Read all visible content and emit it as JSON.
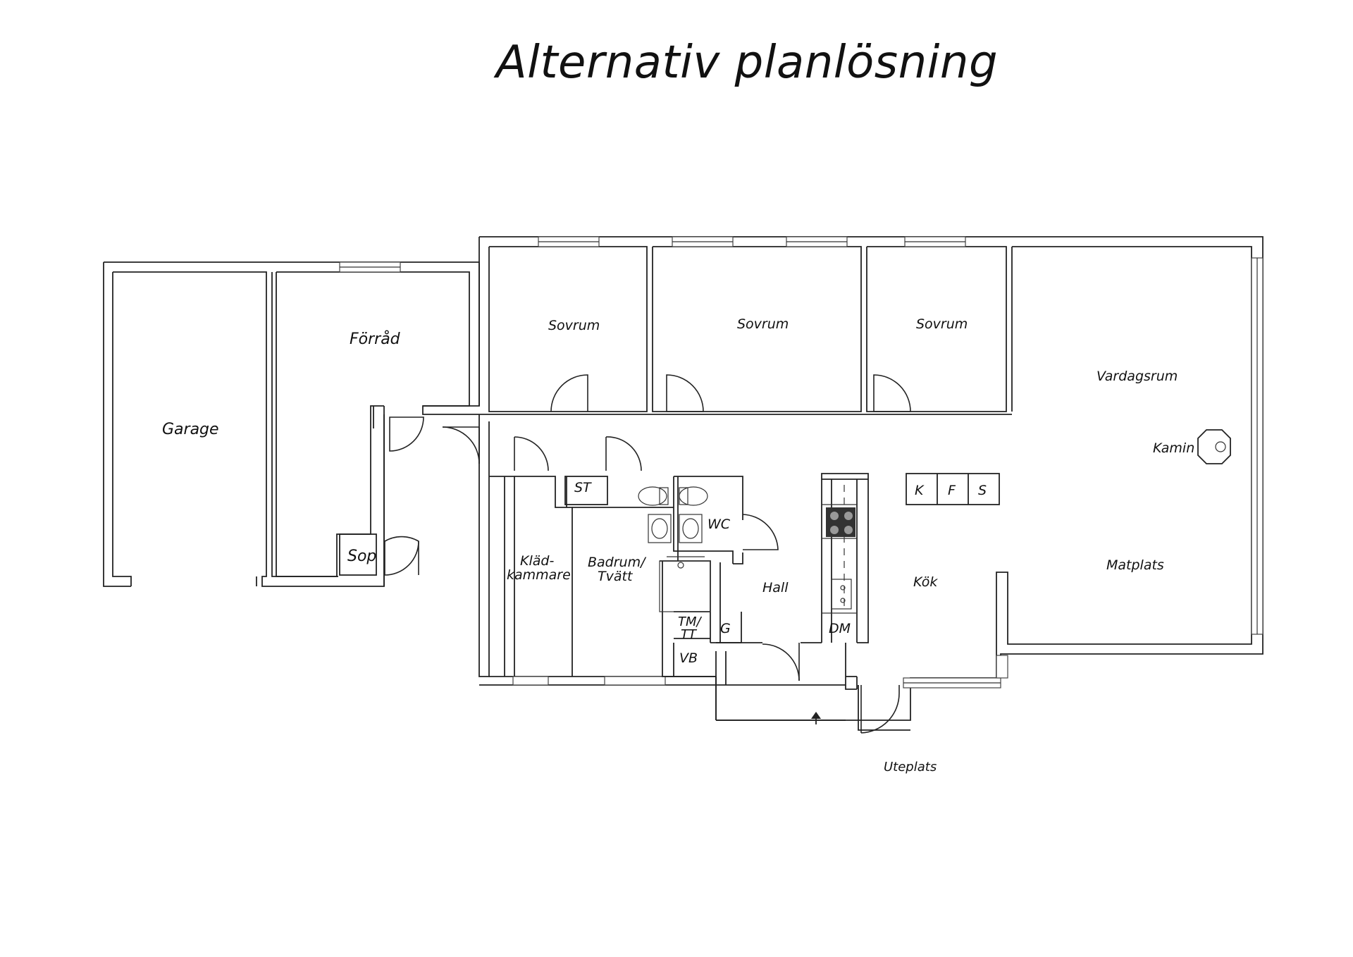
{
  "title": "Alternativ planlösning",
  "rooms": {
    "garage": "Garage",
    "forrad": "Förråd",
    "sop": "Sop",
    "sovrum_1": "Sovrum",
    "sovrum_2": "Sovrum",
    "sovrum_3": "Sovrum",
    "vardagsrum": "Vardagsrum",
    "kamin": "Kamin",
    "st": "ST",
    "wc": "WC",
    "kladkammare_1": "Kläd-",
    "kladkammare_2": "kammare",
    "badrum_1": "Badrum/",
    "badrum_2": "Tvätt",
    "hall": "Hall",
    "g": "G",
    "tm_1": "TM/",
    "tm_2": "TT",
    "vb": "VB",
    "kok": "Kök",
    "dm": "DM",
    "k": "K",
    "f": "F",
    "s": "S",
    "matplats": "Matplats",
    "uteplats": "Uteplats"
  }
}
